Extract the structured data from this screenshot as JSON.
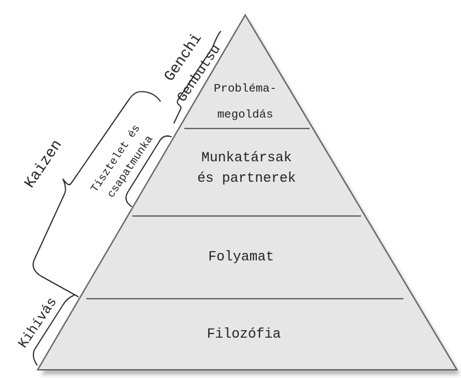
{
  "levels": [
    {
      "id": "problem-solving",
      "lines": [
        "Probléma-",
        "megoldás"
      ]
    },
    {
      "id": "people-partners",
      "lines": [
        "Munkatársak",
        "és partnerek"
      ]
    },
    {
      "id": "process",
      "lines": [
        "Folyamat"
      ]
    },
    {
      "id": "philosophy",
      "lines": [
        "Filozófia"
      ]
    }
  ],
  "side_labels": {
    "genchi": "Genchi",
    "genbutsu": "Genbutsu",
    "kaizen": "Kaizen",
    "respect": "Tisztelet és",
    "teamwork": "csapatmunka",
    "challenge": "Kihívás"
  },
  "colors": {
    "pyramid_fill": "#e6e6e6",
    "outline": "#666666",
    "shadow": "#9a9a9a",
    "text": "#222222"
  }
}
